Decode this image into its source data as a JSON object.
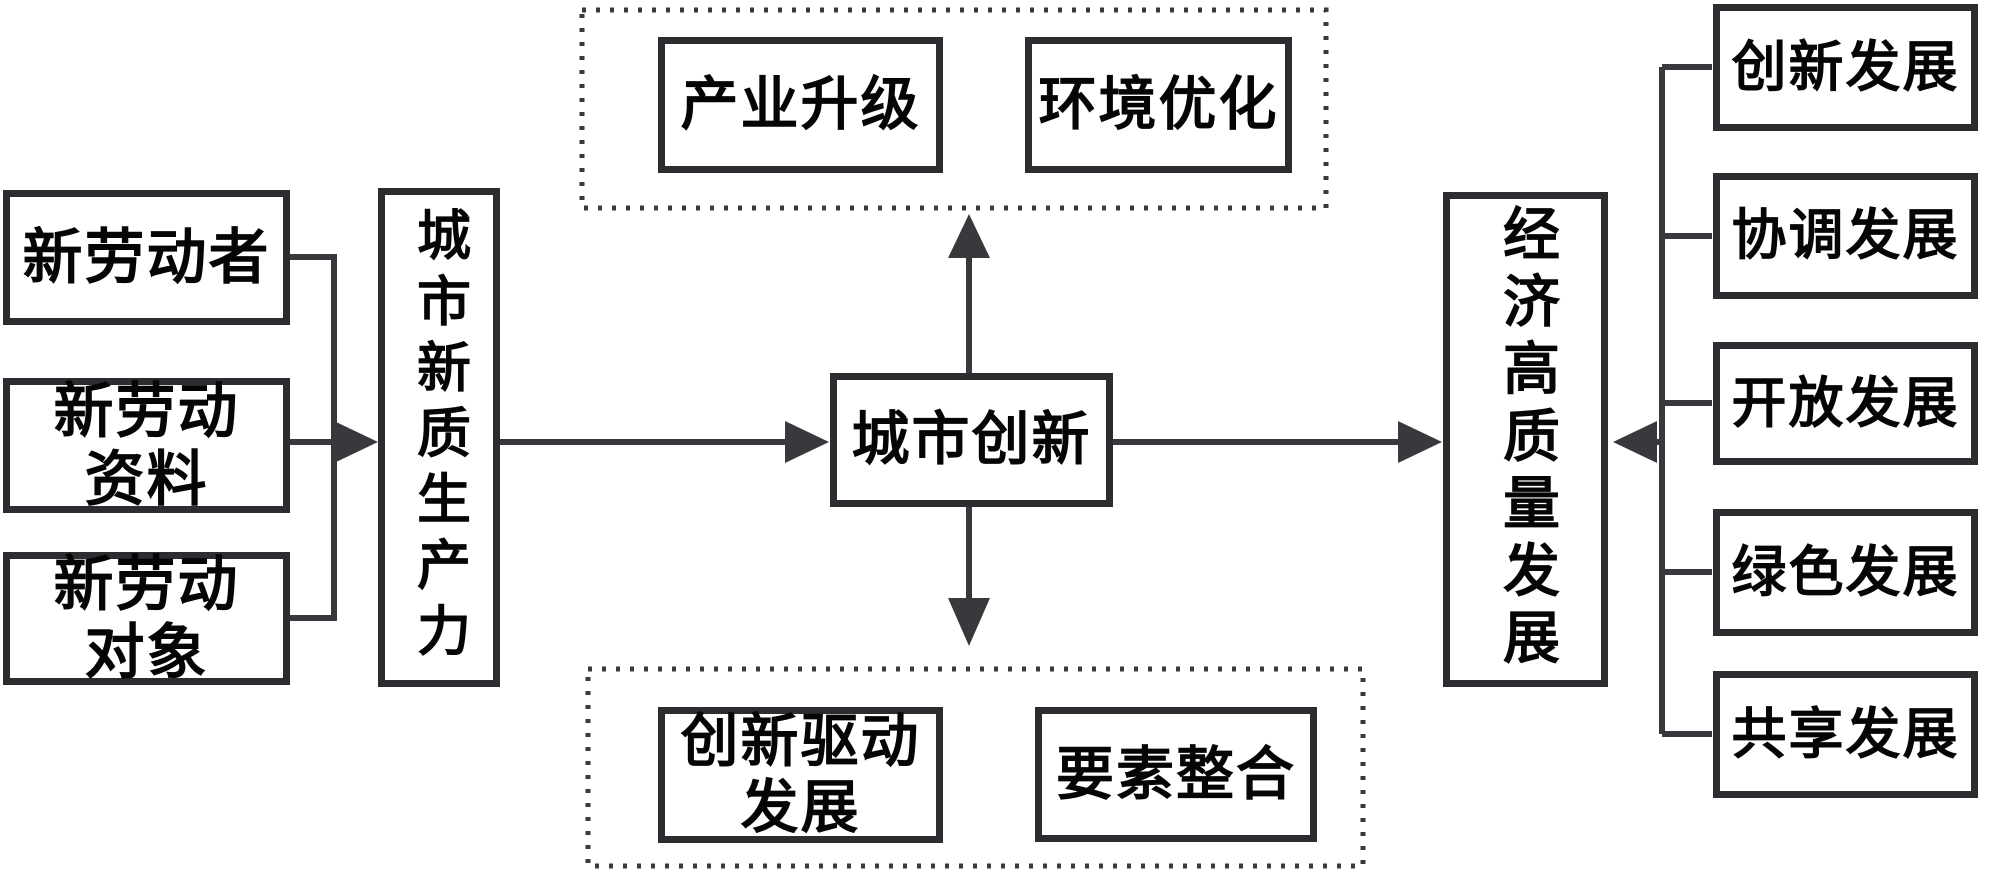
{
  "diagram": {
    "title": "城市新质生产力与经济高质量发展机制图",
    "colors": {
      "background": "#ffffff",
      "line": "#39393d",
      "box_border": "#2c2c31",
      "dotted_border": "#39393d",
      "text": "#050505"
    },
    "inputs": [
      {
        "label": "新劳动者",
        "lines": [
          "新劳动者"
        ]
      },
      {
        "label": "新劳动资料",
        "lines": [
          "新劳动",
          "资料"
        ]
      },
      {
        "label": "新劳动对象",
        "lines": [
          "新劳动",
          "对象"
        ]
      }
    ],
    "left_hub": {
      "label": "城市新质生产力"
    },
    "center_node": {
      "label": "城市创新"
    },
    "top_group": {
      "items": [
        {
          "label": "产业升级"
        },
        {
          "label": "环境优化"
        }
      ]
    },
    "bottom_group": {
      "items": [
        {
          "label": "创新驱动发展",
          "lines": [
            "创新驱动",
            "发展"
          ]
        },
        {
          "label": "要素整合",
          "lines": [
            "要素整合"
          ]
        }
      ]
    },
    "right_hub": {
      "label": "经济高质量发展"
    },
    "outcomes": [
      {
        "label": "创新发展"
      },
      {
        "label": "协调发展"
      },
      {
        "label": "开放发展"
      },
      {
        "label": "绿色发展"
      },
      {
        "label": "共享发展"
      }
    ]
  }
}
